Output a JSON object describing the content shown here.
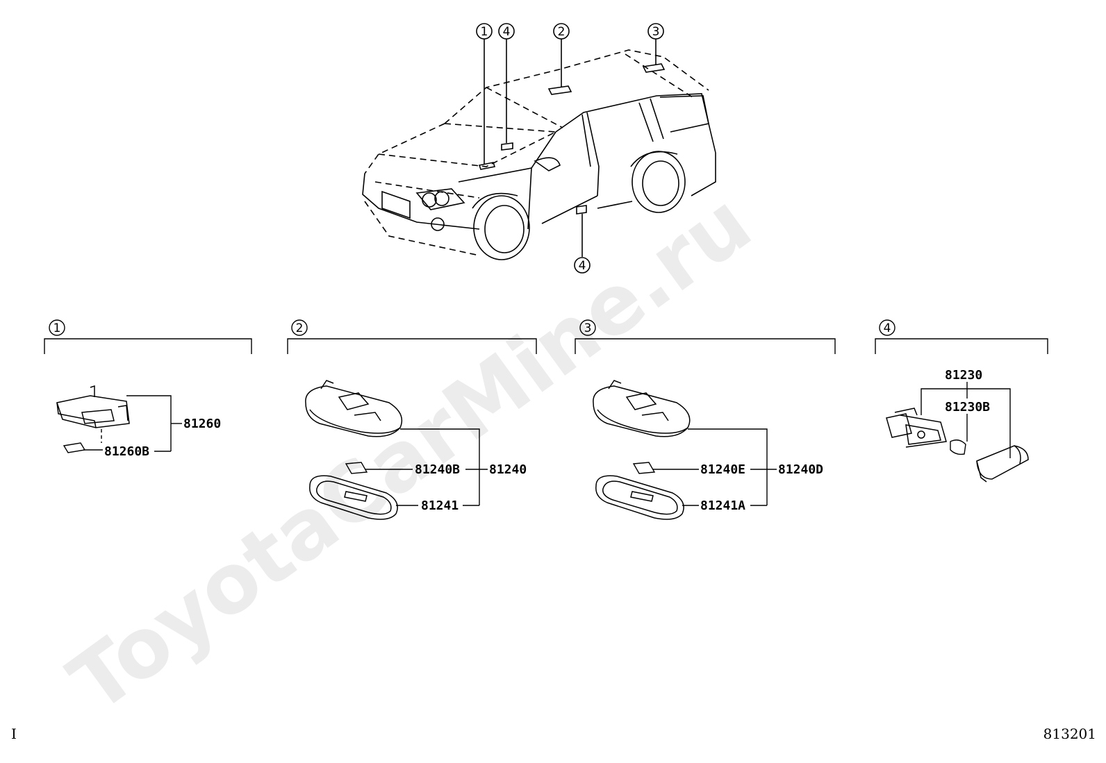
{
  "watermark": "ToyotaCarMine.ru",
  "footer": {
    "left_mark": "I",
    "diagram_number": "813201"
  },
  "overview": {
    "callouts": [
      "1",
      "4",
      "2",
      "3",
      "4"
    ]
  },
  "groups": [
    {
      "number": "1",
      "parts": {
        "a": "81260",
        "b": "81260B"
      }
    },
    {
      "number": "2",
      "parts": {
        "a": "81240B",
        "b": "81240",
        "c": "81241"
      }
    },
    {
      "number": "3",
      "parts": {
        "a": "81240E",
        "b": "81240D",
        "c": "81241A"
      }
    },
    {
      "number": "4",
      "parts": {
        "a": "81230",
        "b": "81230B"
      }
    }
  ],
  "colors": {
    "line": "#000000",
    "watermark": "#ececec",
    "background": "#ffffff"
  }
}
